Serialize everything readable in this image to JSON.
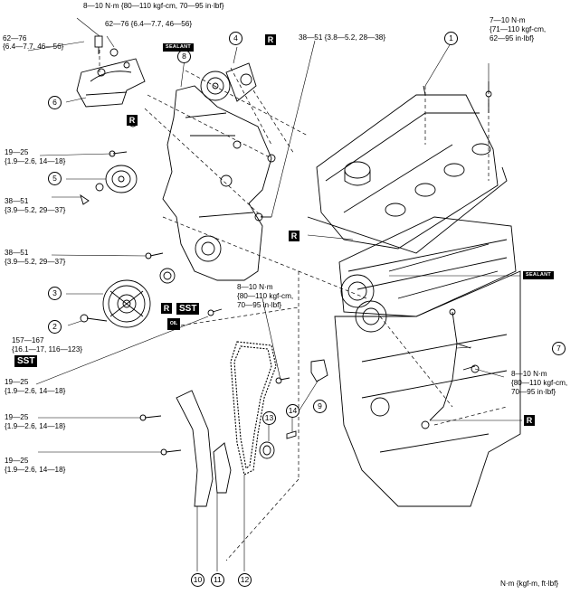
{
  "callouts": [
    "1",
    "2",
    "3",
    "4",
    "5",
    "6",
    "7",
    "8",
    "9",
    "10",
    "11",
    "12",
    "13",
    "14"
  ],
  "badges": {
    "r": "R",
    "sst": "SST",
    "sealant": "SEALANT",
    "oil": "OIL"
  },
  "torques": {
    "t_top_8_10": "8—10 N·m {80—110 kgf-cm, 70—95 in·lbf}",
    "t_62_76_mid": "62—76 {6.4—7.7, 46—56}",
    "t_62_76_left_a": "62—76",
    "t_62_76_left_b": "{6.4—7.7, 46—56}",
    "t_7_10_a": "7—10 N·m",
    "t_7_10_b": "{71—110 kgf-cm,",
    "t_7_10_c": "62—95 in·lbf}",
    "t_38_51_top": "38—51 {3.8—5.2, 28—38}",
    "t_19_25_a_1": "19—25",
    "t_19_25_a_2": "{1.9—2.6, 14—18}",
    "t_38_51_b_1": "38—51",
    "t_38_51_b_2": "{3.9—5.2, 29—37}",
    "t_38_51_c_1": "38—51",
    "t_38_51_c_2": "{3.9—5.2, 29—37}",
    "t_157_167_1": "157—167",
    "t_157_167_2": "{16.1—17, 116—123}",
    "t_8_10_mid_1": "8—10 N·m",
    "t_8_10_mid_2": "{80—110 kgf-cm,",
    "t_8_10_mid_3": "70—95 in·lbf}",
    "t_8_10_right_1": "8—10 N·m",
    "t_8_10_right_2": "{80—110 kgf-cm,",
    "t_8_10_right_3": "70—95 in·lbf}",
    "t_19_25_b_1": "19—25",
    "t_19_25_b_2": "{1.9—2.6, 14—18}",
    "t_19_25_c_1": "19—25",
    "t_19_25_c_2": "{1.9—2.6, 14—18}",
    "t_19_25_d_1": "19—25",
    "t_19_25_d_2": "{1.9—2.6, 14—18}"
  },
  "units_note": "N·m {kgf-m,  ft·lbf}"
}
